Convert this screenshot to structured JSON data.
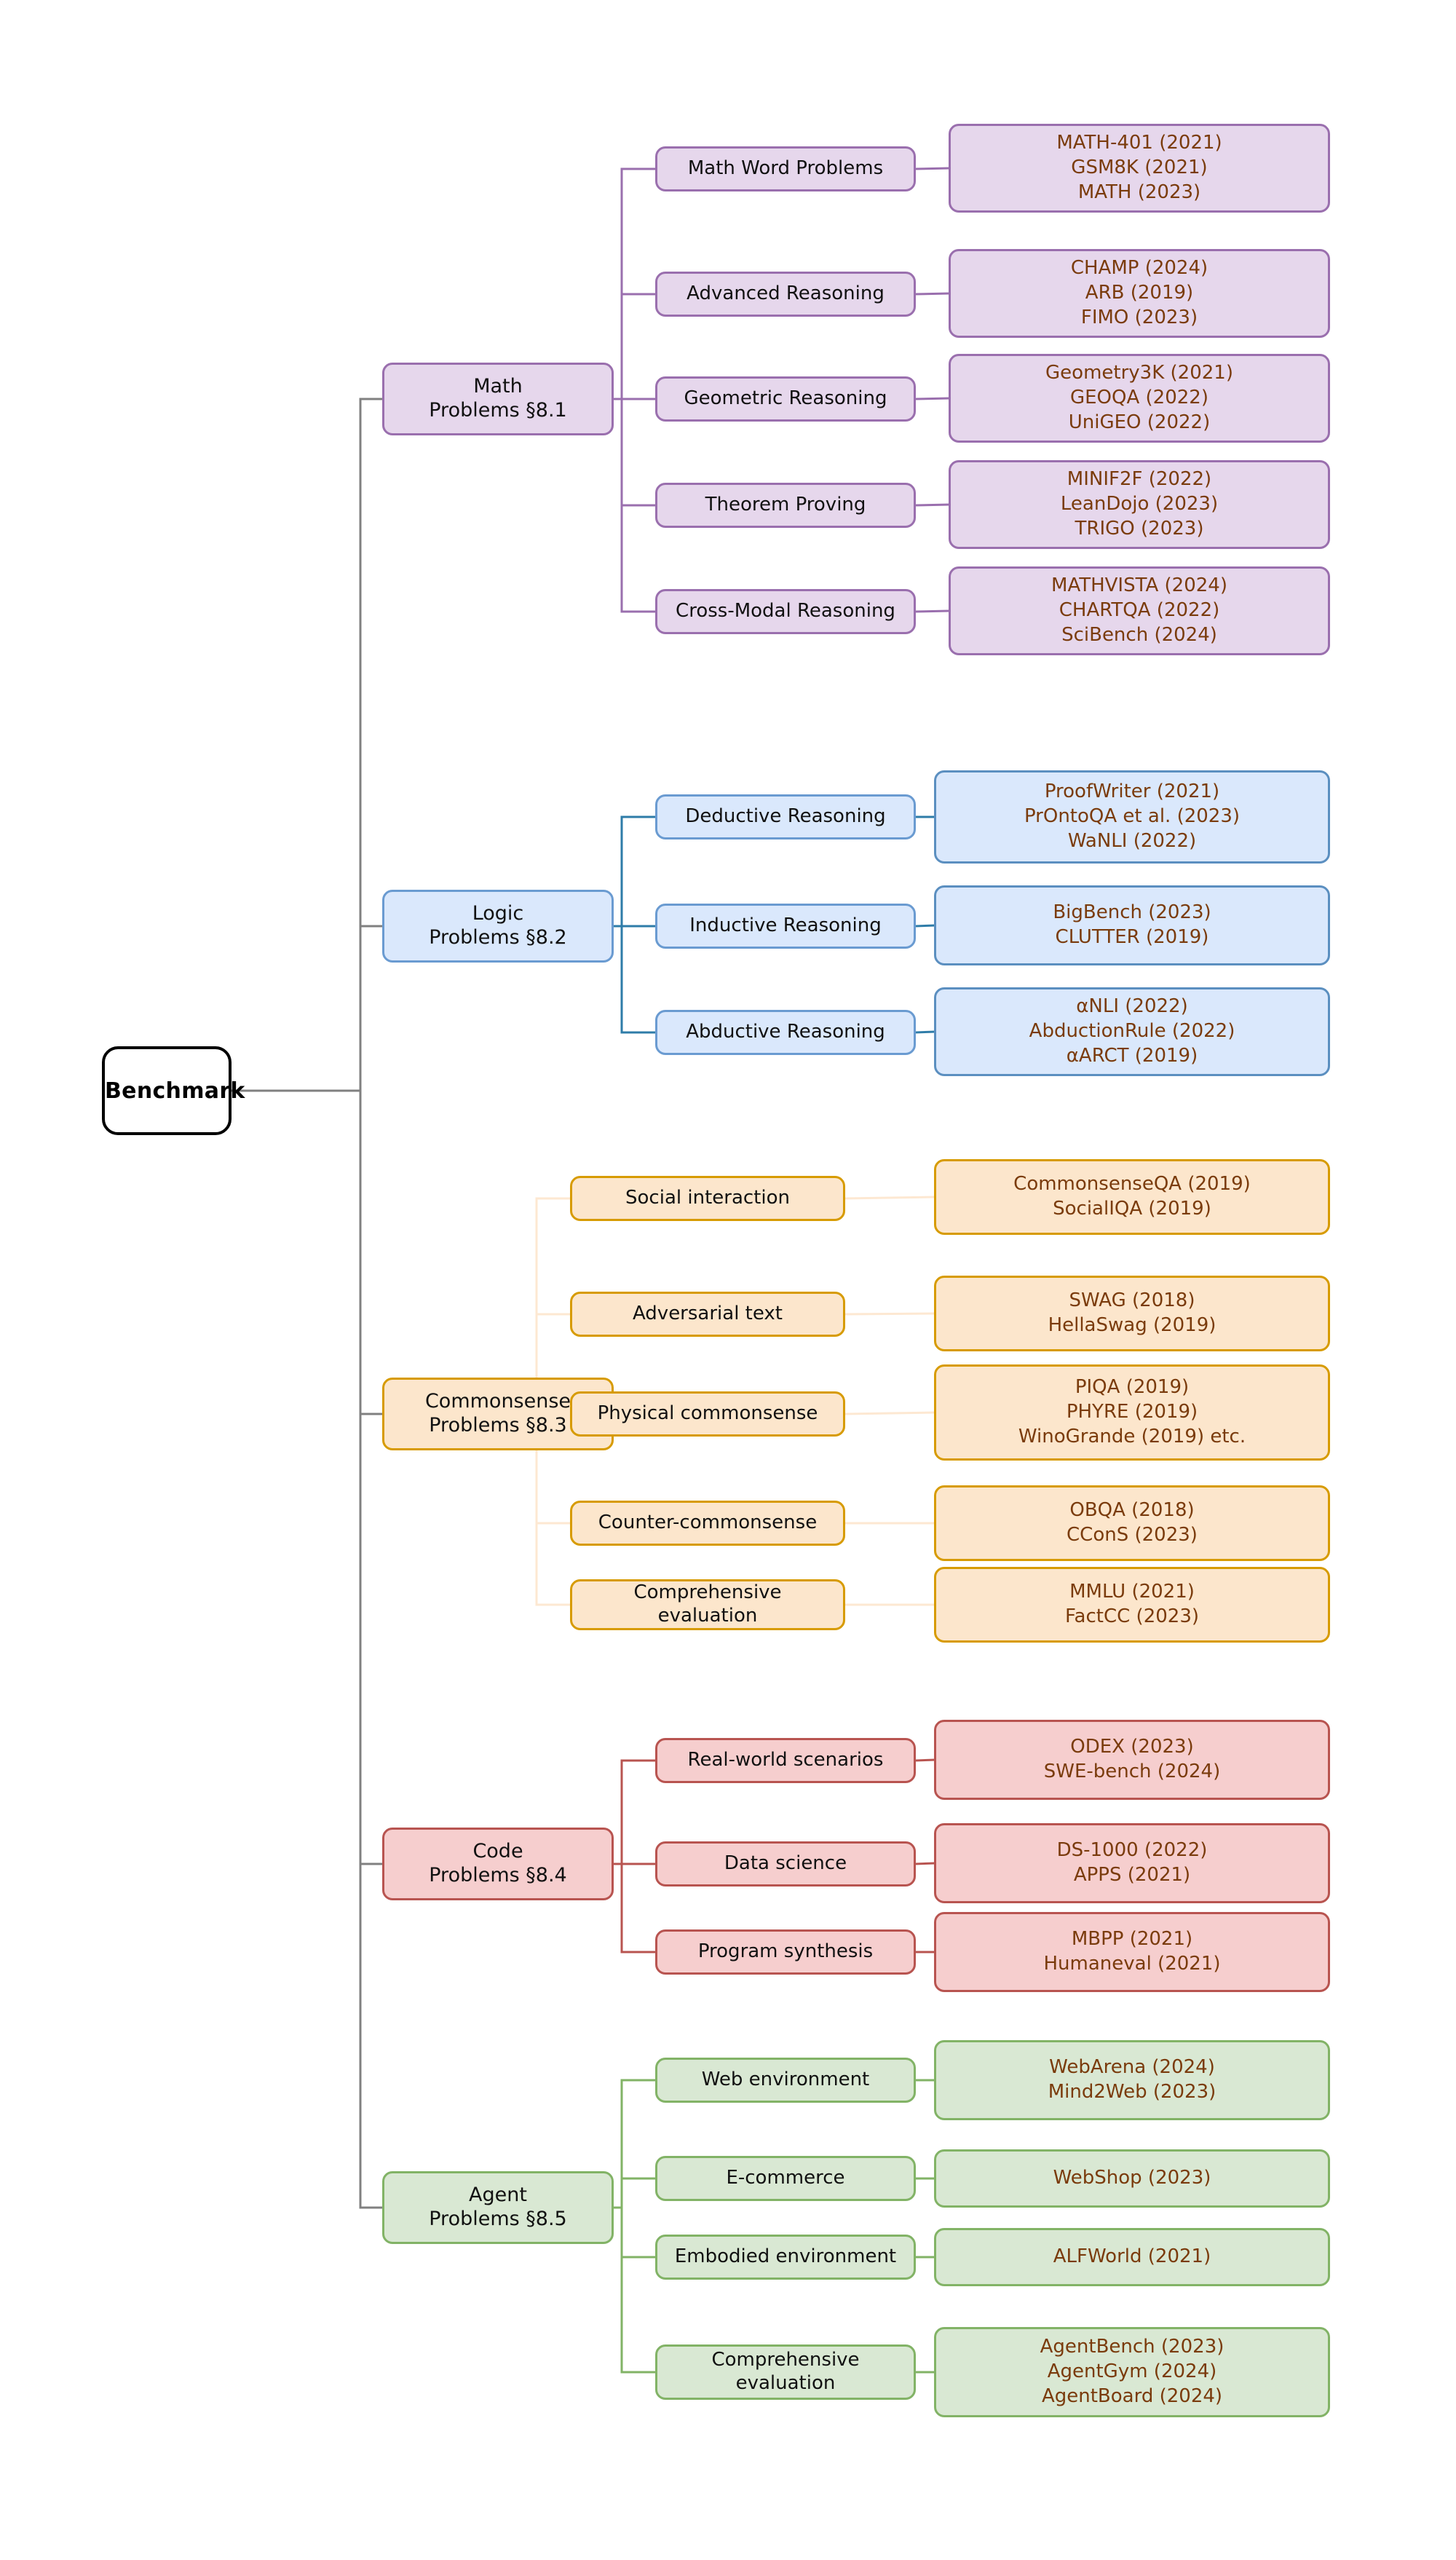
{
  "diagram": {
    "title": "Benchmark taxonomy",
    "root": {
      "label": "Benchmark"
    },
    "palette": {
      "math": {
        "fill": "#E6D7EC",
        "stroke": "#9A6FAE"
      },
      "logic": {
        "fill": "#DAE8FC",
        "stroke": "#5B8FC0"
      },
      "commonsense": {
        "fill": "#FCE6CC",
        "stroke": "#D79B00"
      },
      "code": {
        "fill": "#F6CECE",
        "stroke": "#B85450"
      },
      "agent": {
        "fill": "#D9E8D3",
        "stroke": "#82B366"
      },
      "trunk": "#808080",
      "leaf_text": "#7A3B0C",
      "label_text": "#111111"
    },
    "sections": [
      {
        "key": "math",
        "label": "Math\nProblems §8.1",
        "children": [
          {
            "label": "Math Word Problems",
            "benchmarks": "MATH-401 (2021)\nGSM8K (2021)\nMATH (2023)"
          },
          {
            "label": "Advanced Reasoning",
            "benchmarks": "CHAMP (2024)\nARB (2019)\nFIMO (2023)"
          },
          {
            "label": "Geometric Reasoning",
            "benchmarks": "Geometry3K (2021)\nGEOQA (2022)\nUniGEO (2022)"
          },
          {
            "label": "Theorem Proving",
            "benchmarks": "MINIF2F (2022)\nLeanDojo (2023)\nTRIGO (2023)"
          },
          {
            "label": "Cross-Modal Reasoning",
            "benchmarks": "MATHVISTA (2024)\nCHARTQA (2022)\nSciBench (2024)"
          }
        ]
      },
      {
        "key": "logic",
        "label": "Logic\nProblems §8.2",
        "children": [
          {
            "label": "Deductive Reasoning",
            "benchmarks": "ProofWriter (2021)\nPrOntoQA et al. (2023)\nWaNLI (2022)"
          },
          {
            "label": "Inductive Reasoning",
            "benchmarks": "BigBench (2023)\nCLUTTER (2019)"
          },
          {
            "label": "Abductive Reasoning",
            "benchmarks": "αNLI (2022)\nAbductionRule (2022)\nαARCT (2019)"
          }
        ]
      },
      {
        "key": "commonsense",
        "label": "Commonsense\nProblems §8.3",
        "children": [
          {
            "label": "Social interaction",
            "benchmarks": "CommonsenseQA (2019)\nSocialIQA (2019)"
          },
          {
            "label": "Adversarial text",
            "benchmarks": "SWAG (2018)\nHellaSwag (2019)"
          },
          {
            "label": "Physical commonsense",
            "benchmarks": "PIQA (2019)\nPHYRE (2019)\nWinoGrande (2019) etc."
          },
          {
            "label": "Counter-commonsense",
            "benchmarks": "OBQA (2018)\nCConS (2023)"
          },
          {
            "label": "Comprehensive\nevaluation",
            "benchmarks": "MMLU (2021)\nFactCC (2023)"
          }
        ]
      },
      {
        "key": "code",
        "label": "Code\nProblems §8.4",
        "children": [
          {
            "label": "Real-world scenarios",
            "benchmarks": "ODEX (2023)\nSWE-bench (2024)"
          },
          {
            "label": "Data science",
            "benchmarks": "DS-1000 (2022)\nAPPS (2021)"
          },
          {
            "label": "Program synthesis",
            "benchmarks": "MBPP (2021)\nHumaneval (2021)"
          }
        ]
      },
      {
        "key": "agent",
        "label": "Agent\nProblems §8.5",
        "children": [
          {
            "label": "Web environment",
            "benchmarks": "WebArena (2024)\nMind2Web (2023)"
          },
          {
            "label": "E-commerce",
            "benchmarks": "WebShop (2023)"
          },
          {
            "label": "Embodied environment",
            "benchmarks": "ALFWorld (2021)"
          },
          {
            "label": "Comprehensive\nevaluation",
            "benchmarks": "AgentBench (2023)\nAgentGym (2024)\nAgentBoard (2024)"
          }
        ]
      }
    ]
  }
}
